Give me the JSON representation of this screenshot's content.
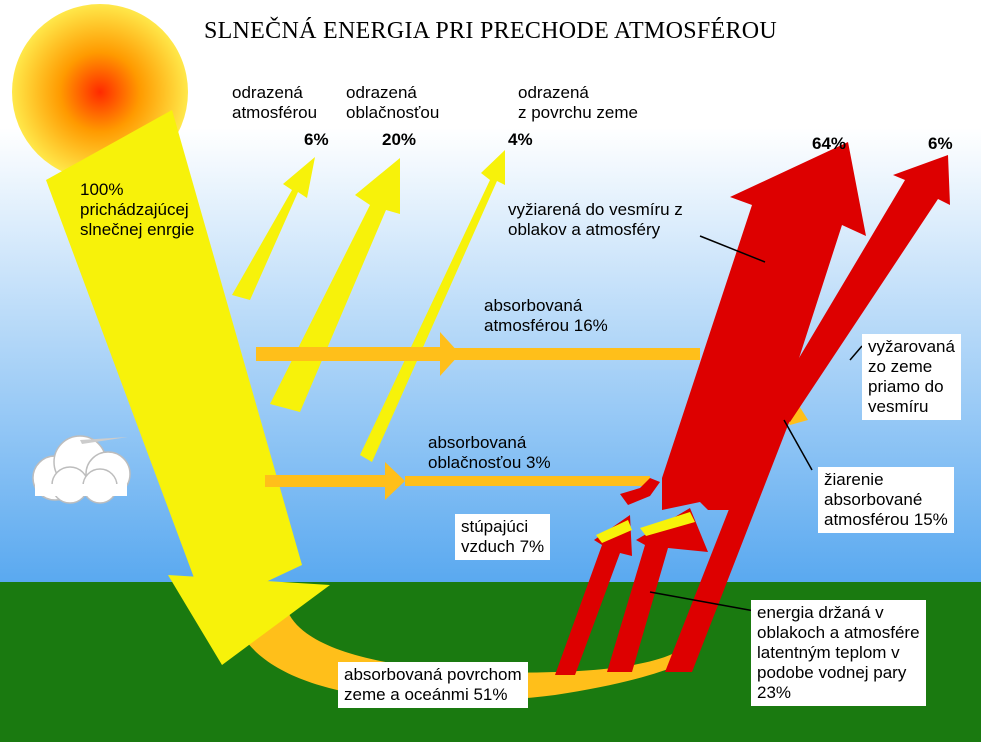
{
  "title": "SLNEČNÁ ENERGIA PRI PRECHODE ATMOSFÉROU",
  "incoming": "100%\nprichádzajúcej\nslnečnej enrgie",
  "reflected_atm": {
    "label": "odrazená\natmosférou",
    "pct": "6%"
  },
  "reflected_clouds": {
    "label": "odrazená\noblačnosťou",
    "pct": "20%"
  },
  "reflected_surface": {
    "label": "odrazená\nz povrchu zeme",
    "pct": "4%"
  },
  "space_total_pct": "64%",
  "space_direct_pct": "6%",
  "radiated_clouds": "vyžiarená do vesmíru z\noblakov a atmosféry",
  "absorbed_atm": "absorbovaná\natmosférou 16%",
  "absorbed_clouds": "absorbovaná\noblačnosťou 3%",
  "rising_air": "stúpajúci\nvzduch 7%",
  "radiated_ground": "vyžarovaná\nzo zeme\npriamo do\nvesmíru",
  "absorbed_radiation": "žiarenie\nabsorbované\natmosférou 15%",
  "latent_heat": "energia držaná v\noblakoch a atmosfére\nlatentným teplom v\npodobe vodnej pary\n23%",
  "absorbed_surface": "absorbovaná povrchom\nzeme a oceánmi 51%",
  "colors": {
    "sky_top": "#ffffff",
    "sky_bottom": "#5aa9f0",
    "ground": "#1a7a10",
    "yellow": "#f7f20a",
    "orange": "#ffbf1a",
    "red": "#dd0000",
    "sun_core": "#ff2a00",
    "sun_edge": "#ffe84a"
  }
}
